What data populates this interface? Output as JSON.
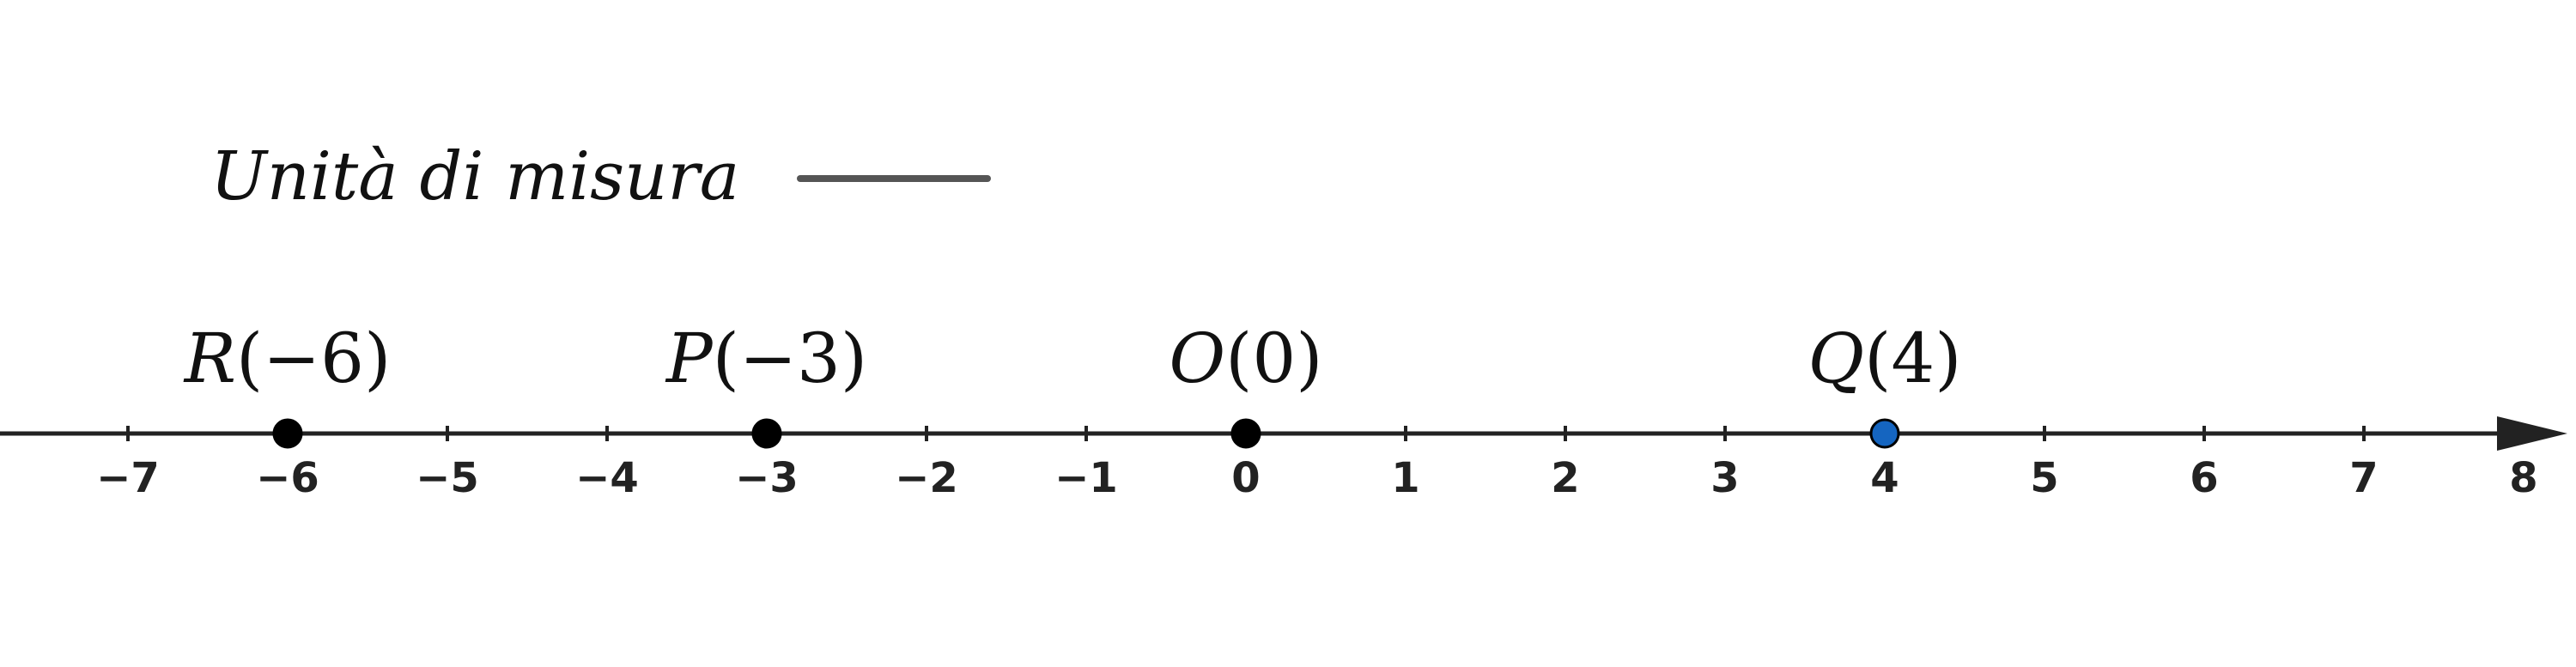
{
  "unit": {
    "label": "Unità di misura"
  },
  "axis": {
    "min": -7,
    "max": 8,
    "step": 1,
    "ticks": [
      "−7",
      "−6",
      "−5",
      "−4",
      "−3",
      "−2",
      "−1",
      "0",
      "1",
      "2",
      "3",
      "4",
      "5",
      "6",
      "7",
      "8"
    ]
  },
  "points": [
    {
      "name": "R",
      "coord": "(−6)",
      "value": -6,
      "color": "#000000"
    },
    {
      "name": "P",
      "coord": "(−3)",
      "value": -3,
      "color": "#000000"
    },
    {
      "name": "O",
      "coord": "(0)",
      "value": 0,
      "color": "#000000"
    },
    {
      "name": "Q",
      "coord": "(4)",
      "value": 4,
      "color": "#1565C0"
    }
  ],
  "colors": {
    "axis": "#222222",
    "unit_segment": "#555555"
  }
}
